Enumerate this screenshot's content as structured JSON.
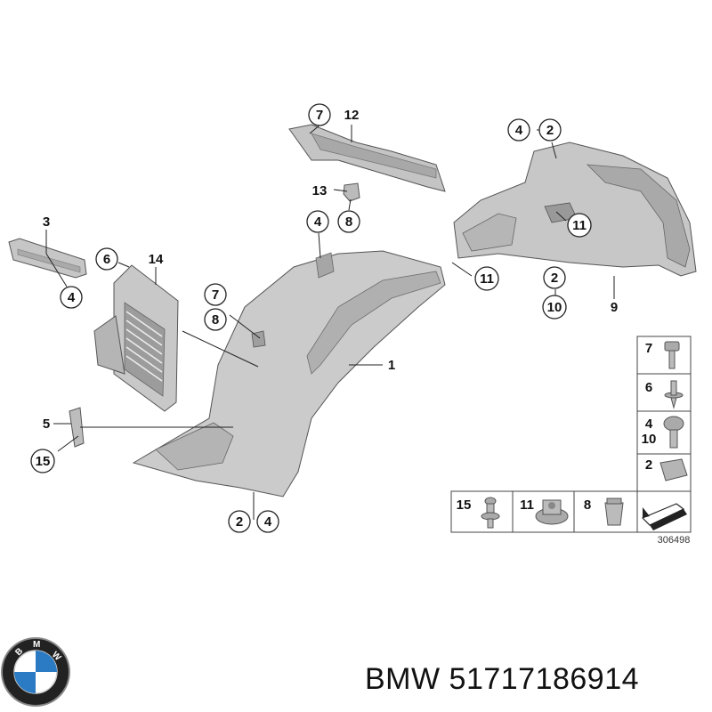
{
  "diagram": {
    "callouts": {
      "c1": "1",
      "c2a": "2",
      "c2b": "2",
      "c2c": "2",
      "c3": "3",
      "c4a": "4",
      "c4b": "4",
      "c4c": "4",
      "c4d": "4",
      "c5": "5",
      "c6": "6",
      "c7a": "7",
      "c7b": "7",
      "c8a": "8",
      "c8b": "8",
      "c9": "9",
      "c10": "10",
      "c11a": "11",
      "c11b": "11",
      "c12": "12",
      "c13": "13",
      "c14": "14",
      "c15": "15"
    },
    "parts_table": {
      "r7": "7",
      "r6": "6",
      "r4": "4",
      "r10": "10",
      "r2": "2",
      "b15": "15",
      "b11": "11",
      "b8": "8"
    },
    "reference_number": "306498"
  },
  "brand": {
    "logo_letters": "BMW",
    "caption": "BMW 51717186914"
  },
  "colors": {
    "part_fill": "#c9c9c9",
    "part_dark": "#9a9a9a",
    "line": "#222222",
    "logo_blue": "#2a7bc4"
  }
}
